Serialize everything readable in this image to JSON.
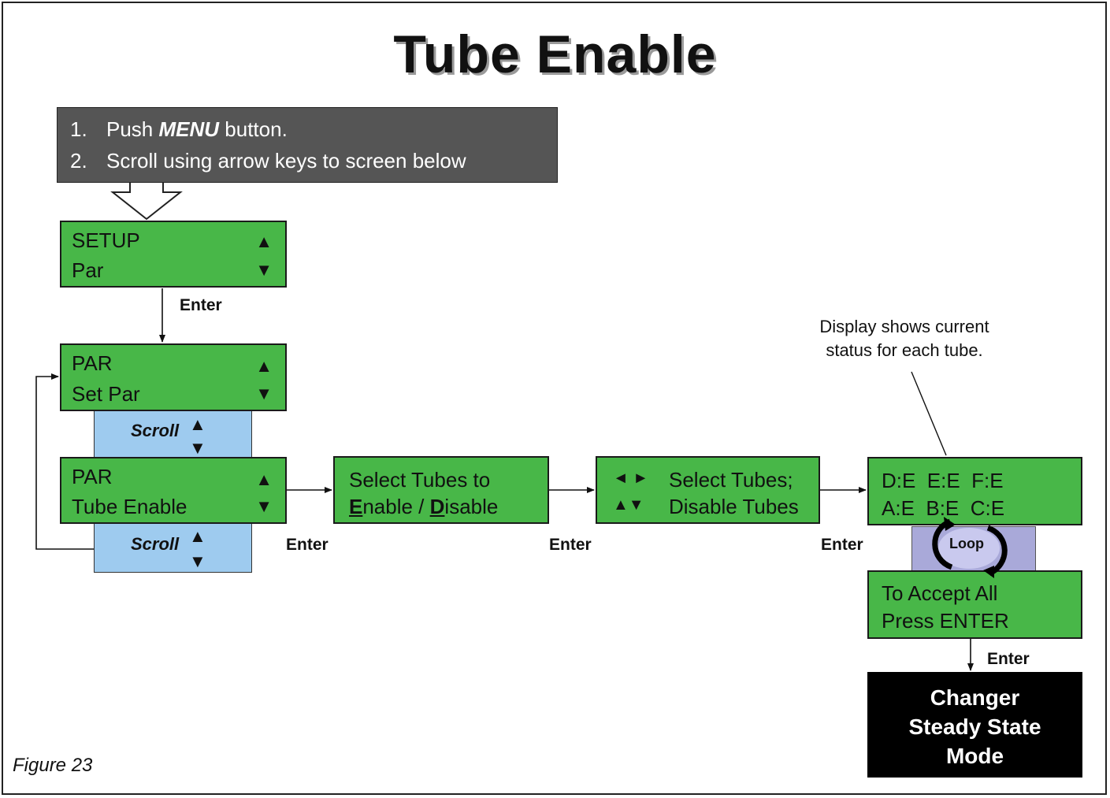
{
  "title": "Tube Enable",
  "instructions": {
    "step1_num": "1.",
    "step1_pre": "Push ",
    "step1_bold": "MENU",
    "step1_post": " button.",
    "step2_num": "2.",
    "step2_text": "Scroll using arrow keys to screen below"
  },
  "screens": {
    "setup": {
      "line1": "SETUP",
      "line2": "Par"
    },
    "par_set": {
      "line1": "PAR",
      "line2": "Set Par"
    },
    "par_tube": {
      "line1": "PAR",
      "line2": "Tube Enable"
    },
    "select": {
      "line1": "Select Tubes to",
      "line2_e": "E",
      "line2_a": "nable / ",
      "line2_d": "D",
      "line2_b": "isable"
    },
    "arrows": {
      "line1_glyphs": "◄ ►",
      "line1_text": "Select Tubes;",
      "line2_glyphs": "▲▼",
      "line2_text": "Disable Tubes"
    },
    "status": {
      "line1": "D:E  E:E  F:E",
      "line2": "A:E  B:E  C:E"
    },
    "accept": {
      "line1": "To Accept All",
      "line2": "Press ENTER"
    }
  },
  "arrow_glyphs": {
    "up": "▲",
    "down": "▼"
  },
  "labels": {
    "enter": "Enter",
    "scroll": "Scroll",
    "loop": "Loop"
  },
  "note": {
    "line1": "Display shows current",
    "line2": "status  for each tube."
  },
  "final": {
    "line1": "Changer",
    "line2": "Steady State",
    "line3": "Mode"
  },
  "figure": "Figure 23",
  "colors": {
    "screen_green": "#48b748",
    "scroll_blue": "#9ecbef",
    "loop_purple": "#a9a9d9",
    "instruction_gray": "#555555",
    "final_black": "#000000"
  }
}
